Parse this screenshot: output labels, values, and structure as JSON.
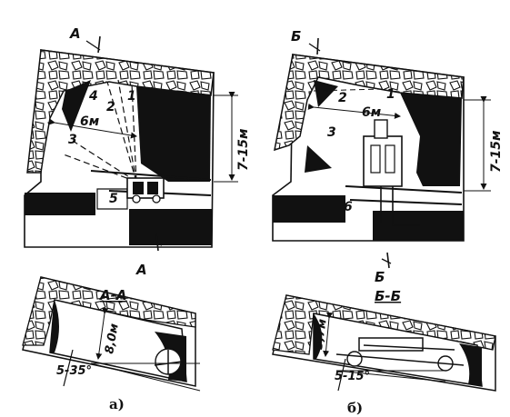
{
  "panel_a": {
    "section_mark": "А",
    "section_mark_bottom": "А",
    "numbers": [
      "4",
      "2",
      "1",
      "3",
      "5"
    ],
    "width_dim": "6м",
    "height_dim": "7-15м",
    "section_title": "А-А",
    "section_height_dim": "8,0м",
    "section_angle": "5-35°",
    "caption": "а)"
  },
  "panel_b": {
    "section_mark": "Б",
    "section_mark_bottom": "Б",
    "numbers": [
      "2",
      "1",
      "3",
      "6"
    ],
    "width_dim": "6м",
    "height_dim": "7-15м",
    "section_title": "Б-Б",
    "section_height_dim": "3,7м",
    "section_angle": "5-15°",
    "caption": "б)"
  }
}
